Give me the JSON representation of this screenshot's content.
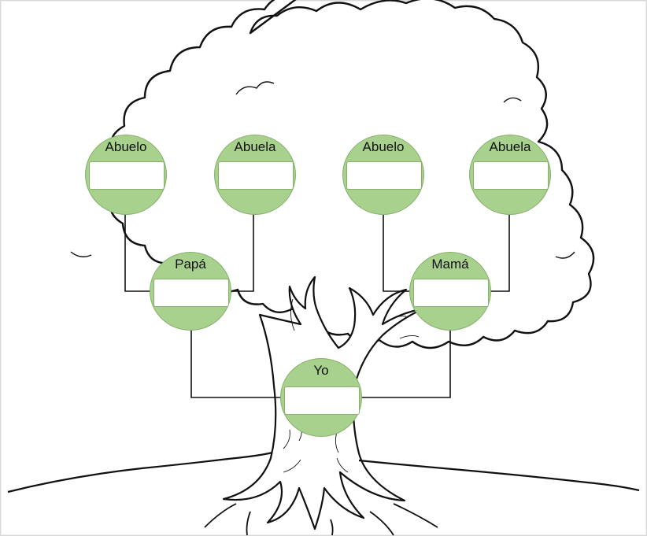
{
  "colors": {
    "node_fill": "#a9d18e",
    "node_stroke": "#86b06c",
    "line": "#111111",
    "background": "#ffffff"
  },
  "tree": {
    "grandparents": [
      {
        "label": "Abuelo",
        "name": ""
      },
      {
        "label": "Abuela",
        "name": ""
      },
      {
        "label": "Abuelo",
        "name": ""
      },
      {
        "label": "Abuela",
        "name": ""
      }
    ],
    "parents": [
      {
        "label": "Papá",
        "name": ""
      },
      {
        "label": "Mamá",
        "name": ""
      }
    ],
    "self": {
      "label": "Yo",
      "name": ""
    }
  }
}
